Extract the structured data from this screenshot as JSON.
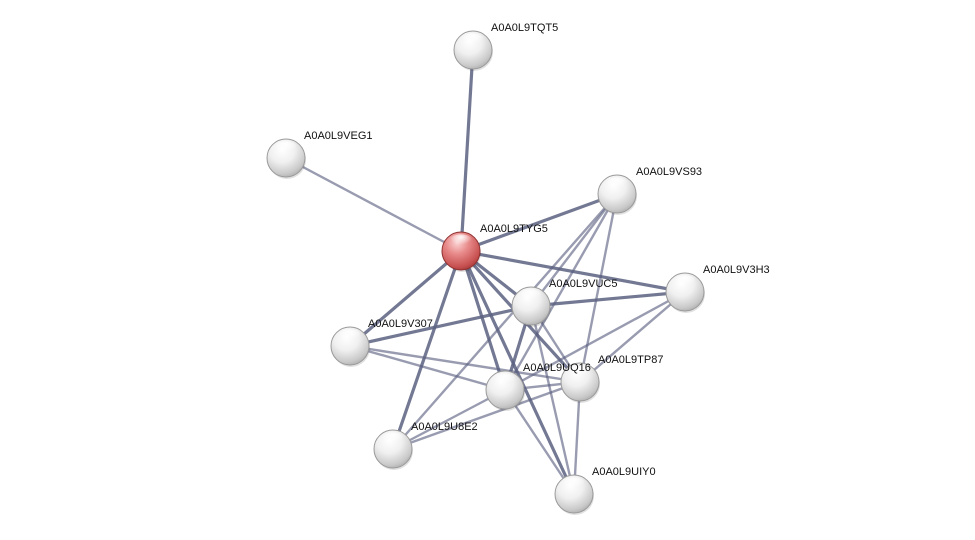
{
  "network": {
    "nodes": [
      {
        "id": "A0A0L9TQT5",
        "label": "A0A0L9TQT5",
        "query": false
      },
      {
        "id": "A0A0L9VEG1",
        "label": "A0A0L9VEG1",
        "query": false
      },
      {
        "id": "A0A0L9VS93",
        "label": "A0A0L9VS93",
        "query": false
      },
      {
        "id": "A0A0L9TYG5",
        "label": "A0A0L9TYG5",
        "query": true
      },
      {
        "id": "A0A0L9V3H3",
        "label": "A0A0L9V3H3",
        "query": false
      },
      {
        "id": "A0A0L9VUC5",
        "label": "A0A0L9VUC5",
        "query": false
      },
      {
        "id": "A0A0L9V307",
        "label": "A0A0L9V307",
        "query": false
      },
      {
        "id": "A0A0L9TP87",
        "label": "A0A0L9TP87",
        "query": false
      },
      {
        "id": "A0A0L9UQ16",
        "label": "A0A0L9UQ16",
        "query": false
      },
      {
        "id": "A0A0L9U8E2",
        "label": "A0A0L9U8E2",
        "query": false
      },
      {
        "id": "A0A0L9UIY0",
        "label": "A0A0L9UIY0",
        "query": false
      }
    ],
    "edges": [
      {
        "source": "A0A0L9TYG5",
        "target": "A0A0L9TQT5"
      },
      {
        "source": "A0A0L9TYG5",
        "target": "A0A0L9VEG1"
      },
      {
        "source": "A0A0L9TYG5",
        "target": "A0A0L9VS93"
      },
      {
        "source": "A0A0L9TYG5",
        "target": "A0A0L9V3H3"
      },
      {
        "source": "A0A0L9TYG5",
        "target": "A0A0L9VUC5"
      },
      {
        "source": "A0A0L9TYG5",
        "target": "A0A0L9V307"
      },
      {
        "source": "A0A0L9TYG5",
        "target": "A0A0L9TP87"
      },
      {
        "source": "A0A0L9TYG5",
        "target": "A0A0L9UQ16"
      },
      {
        "source": "A0A0L9TYG5",
        "target": "A0A0L9U8E2"
      },
      {
        "source": "A0A0L9TYG5",
        "target": "A0A0L9UIY0"
      },
      {
        "source": "A0A0L9VS93",
        "target": "A0A0L9VUC5"
      },
      {
        "source": "A0A0L9VS93",
        "target": "A0A0L9UQ16"
      },
      {
        "source": "A0A0L9VS93",
        "target": "A0A0L9TP87"
      },
      {
        "source": "A0A0L9VS93",
        "target": "A0A0L9U8E2"
      },
      {
        "source": "A0A0L9V3H3",
        "target": "A0A0L9VUC5"
      },
      {
        "source": "A0A0L9V3H3",
        "target": "A0A0L9UQ16"
      },
      {
        "source": "A0A0L9V3H3",
        "target": "A0A0L9TP87"
      },
      {
        "source": "A0A0L9VUC5",
        "target": "A0A0L9V307"
      },
      {
        "source": "A0A0L9VUC5",
        "target": "A0A0L9UQ16"
      },
      {
        "source": "A0A0L9VUC5",
        "target": "A0A0L9TP87"
      },
      {
        "source": "A0A0L9VUC5",
        "target": "A0A0L9UIY0"
      },
      {
        "source": "A0A0L9V307",
        "target": "A0A0L9UQ16"
      },
      {
        "source": "A0A0L9V307",
        "target": "A0A0L9TP87"
      },
      {
        "source": "A0A0L9UQ16",
        "target": "A0A0L9U8E2"
      },
      {
        "source": "A0A0L9UQ16",
        "target": "A0A0L9TP87"
      },
      {
        "source": "A0A0L9UQ16",
        "target": "A0A0L9UIY0"
      },
      {
        "source": "A0A0L9TP87",
        "target": "A0A0L9UIY0"
      },
      {
        "source": "A0A0L9TP87",
        "target": "A0A0L9U8E2"
      }
    ]
  },
  "colors": {
    "edge": "#5a6080",
    "node_fill": "#e4e4e4",
    "node_stroke": "#9a9a9a",
    "query_node_fill": "#d96a6a",
    "query_node_stroke": "#8f3030",
    "label": "#111111"
  }
}
